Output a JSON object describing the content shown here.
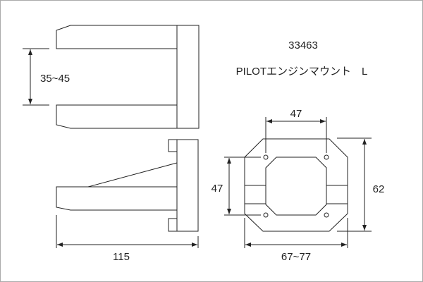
{
  "title": {
    "part_number": "33463",
    "name": "PILOTエンジンマウント　L"
  },
  "dimensions": {
    "top_view_gap": "35~45",
    "side_view_length": "115",
    "hole_spacing_horizontal": "47",
    "hole_spacing_vertical": "47",
    "plate_height": "62",
    "plate_width": "67~77"
  }
}
